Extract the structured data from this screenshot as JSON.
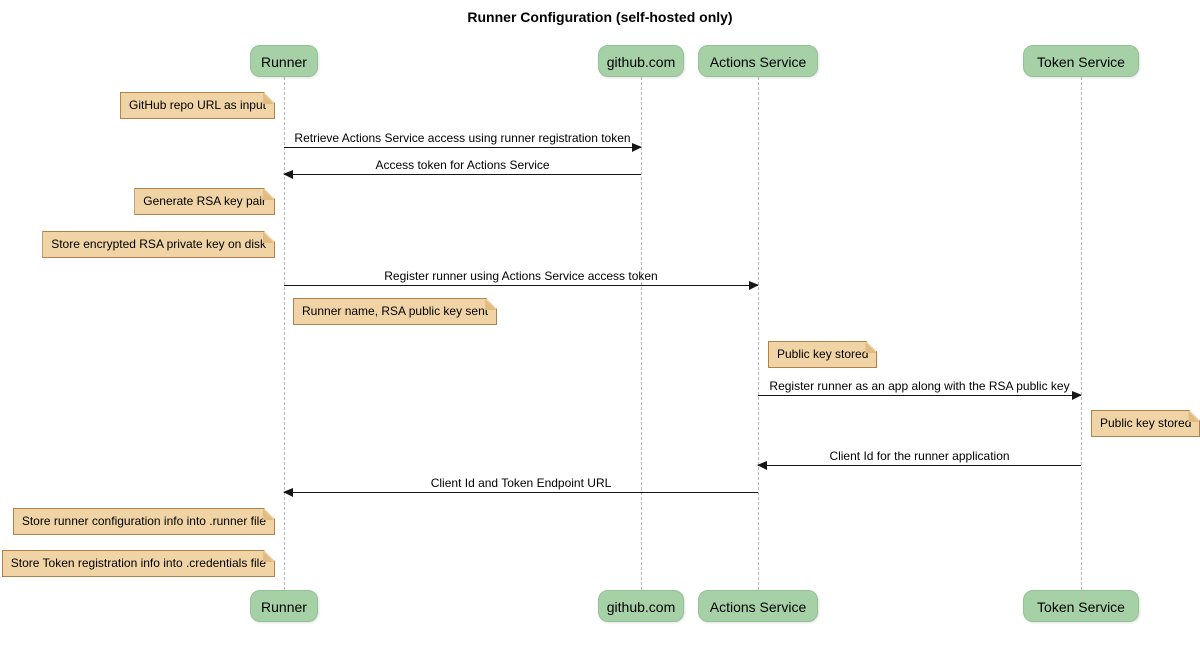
{
  "title": "Runner Configuration (self-hosted only)",
  "diagram_type": "sequence",
  "participants": [
    {
      "id": "runner",
      "label": "Runner"
    },
    {
      "id": "github",
      "label": "github.com"
    },
    {
      "id": "actions-service",
      "label": "Actions Service"
    },
    {
      "id": "token-service",
      "label": "Token Service"
    }
  ],
  "messages": [
    {
      "from": "Runner",
      "to": "github.com",
      "label": "Retrieve Actions Service access using runner registration token"
    },
    {
      "from": "github.com",
      "to": "Runner",
      "label": "Access token for Actions Service"
    },
    {
      "from": "Runner",
      "to": "Actions Service",
      "label": "Register runner using Actions Service access token"
    },
    {
      "from": "Actions Service",
      "to": "Token Service",
      "label": "Register runner as an app along with the RSA public key"
    },
    {
      "from": "Token Service",
      "to": "Actions Service",
      "label": "Client Id for the runner application"
    },
    {
      "from": "Actions Service",
      "to": "Runner",
      "label": "Client Id and Token Endpoint URL"
    }
  ],
  "notes": [
    {
      "anchor": "Runner",
      "side": "left",
      "label": "GitHub repo URL as input"
    },
    {
      "anchor": "Runner",
      "side": "left",
      "label": "Generate RSA key pair"
    },
    {
      "anchor": "Runner",
      "side": "left",
      "label": "Store encrypted RSA private key on disk"
    },
    {
      "anchor": "Runner",
      "side": "right",
      "label": "Runner name, RSA public key sent"
    },
    {
      "anchor": "Actions Service",
      "side": "right",
      "label": "Public key stored"
    },
    {
      "anchor": "Token Service",
      "side": "right",
      "label": "Public key stored"
    },
    {
      "anchor": "Runner",
      "side": "left",
      "label": "Store runner configuration info into .runner file"
    },
    {
      "anchor": "Runner",
      "side": "left",
      "label": "Store Token registration info into .credentials file"
    }
  ],
  "colors": {
    "participant_fill": "#a6d1a6",
    "participant_border": "#93c295",
    "note_fill": "#f0d4a6",
    "note_border": "#b0824a",
    "note_fold": "#e0bc82",
    "lifeline": "#b9b9b9",
    "arrow": "#161616",
    "background": "#ffffff"
  }
}
